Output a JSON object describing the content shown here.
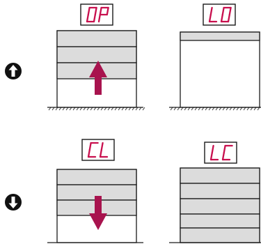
{
  "codes": {
    "top_left": "OP",
    "top_right": "LO",
    "bottom_left": "CL",
    "bottom_right": "LC"
  },
  "icons": {
    "top": "up-arrow-icon",
    "bottom": "down-arrow-icon"
  },
  "colors": {
    "display_text": "#c8104e",
    "arrow": "#a8134e",
    "panel": "#dcdcdc",
    "outline": "#1a1a1a"
  }
}
